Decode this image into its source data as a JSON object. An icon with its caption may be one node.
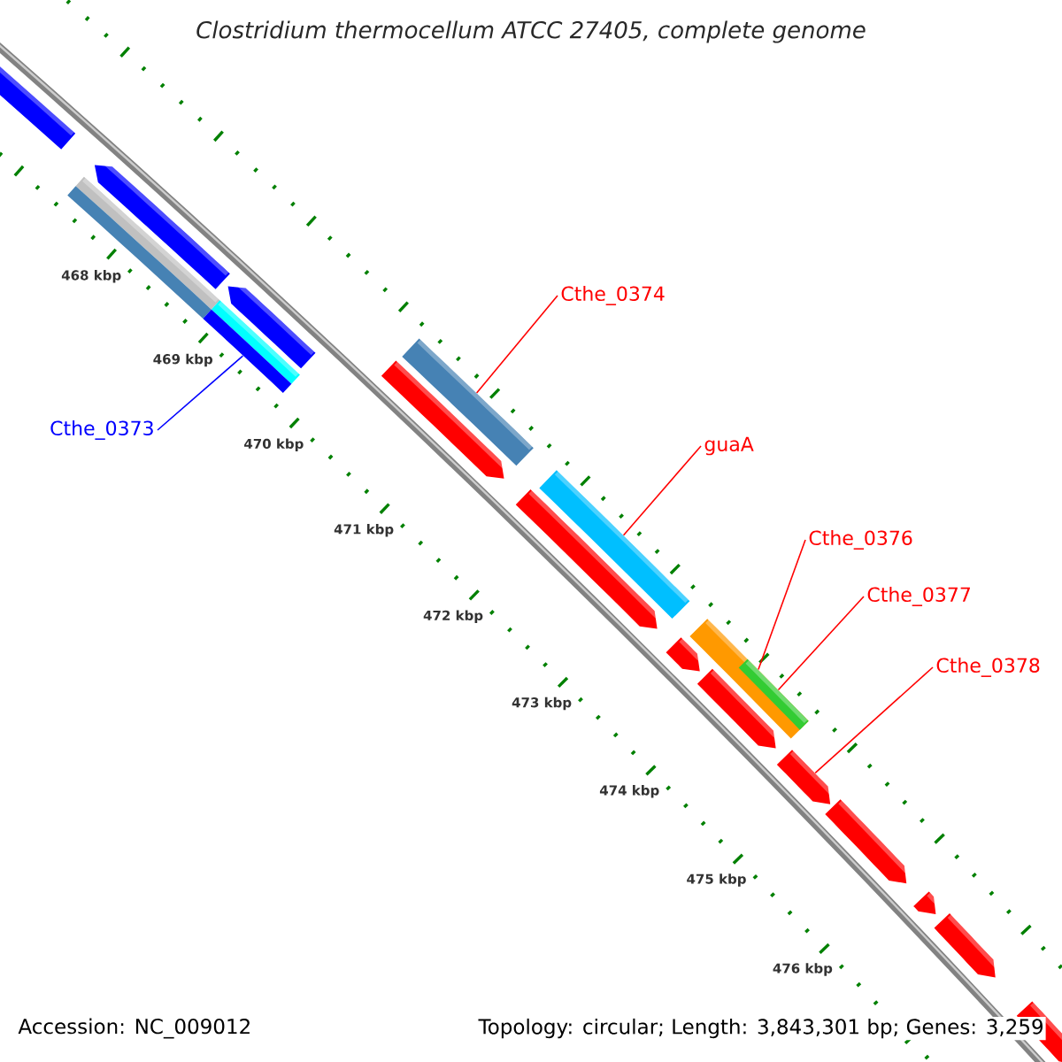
{
  "diagram": {
    "title": "Clostridium thermocellum ATCC 27405, complete genome",
    "nodes": [
      {
        "text": [
          "Cthe_0374"
        ]
      },
      {
        "text": [
          "Cthe_0373"
        ]
      },
      {
        "text": [
          "guaA"
        ]
      },
      {
        "text": [
          "Cthe_0376"
        ]
      },
      {
        "text": [
          "Cthe_0377"
        ]
      },
      {
        "text": [
          "Cthe_0378"
        ]
      },
      {
        "text": [],
        "shape": "bar"
      },
      {
        "text": [],
        "shape": "bar"
      },
      {
        "text": [],
        "shape": "arrow"
      },
      {
        "text": [],
        "shape": "bar"
      },
      {
        "text": [],
        "shape": "arrow"
      },
      {
        "text": [],
        "shape": "arrow"
      },
      {
        "text": [],
        "shape": "bar"
      },
      {
        "text": [],
        "shape": "arrow"
      },
      {
        "text": [],
        "shape": "bar"
      },
      {
        "text": [],
        "shape": "arrow"
      },
      {
        "text": [],
        "shape": "bar"
      },
      {
        "text": [],
        "shape": "arrow"
      },
      {
        "text": [],
        "shape": "bar",
        "in": 16
      },
      {
        "text": [],
        "shape": "arrow"
      },
      {
        "text": [],
        "shape": "arrow"
      },
      {
        "text": [],
        "shape": "arrow"
      },
      {
        "text": [],
        "shape": "arrow"
      },
      {
        "text": [],
        "shape": "arrow"
      }
    ],
    "edges": [
      {
        "from": 0,
        "to": 12,
        "arrow": "none"
      },
      {
        "from": 1,
        "to": 9,
        "arrow": "none",
        "color": "#0000ff"
      },
      {
        "from": 2,
        "to": 14,
        "arrow": "none"
      },
      {
        "from": 3,
        "to": 16,
        "arrow": "none"
      },
      {
        "from": 4,
        "to": 18,
        "arrow": "none"
      },
      {
        "from": 5,
        "to": 19,
        "arrow": "none"
      }
    ],
    "labels": [
      "468 kbp",
      "469 kbp",
      "470 kbp",
      "471 kbp",
      "472 kbp",
      "473 kbp",
      "474 kbp",
      "475 kbp",
      "476 kbp",
      "Accession: NC_009012",
      "Topology: circular; Length: 3,843,301 bp; Genes: 3,259"
    ]
  }
}
